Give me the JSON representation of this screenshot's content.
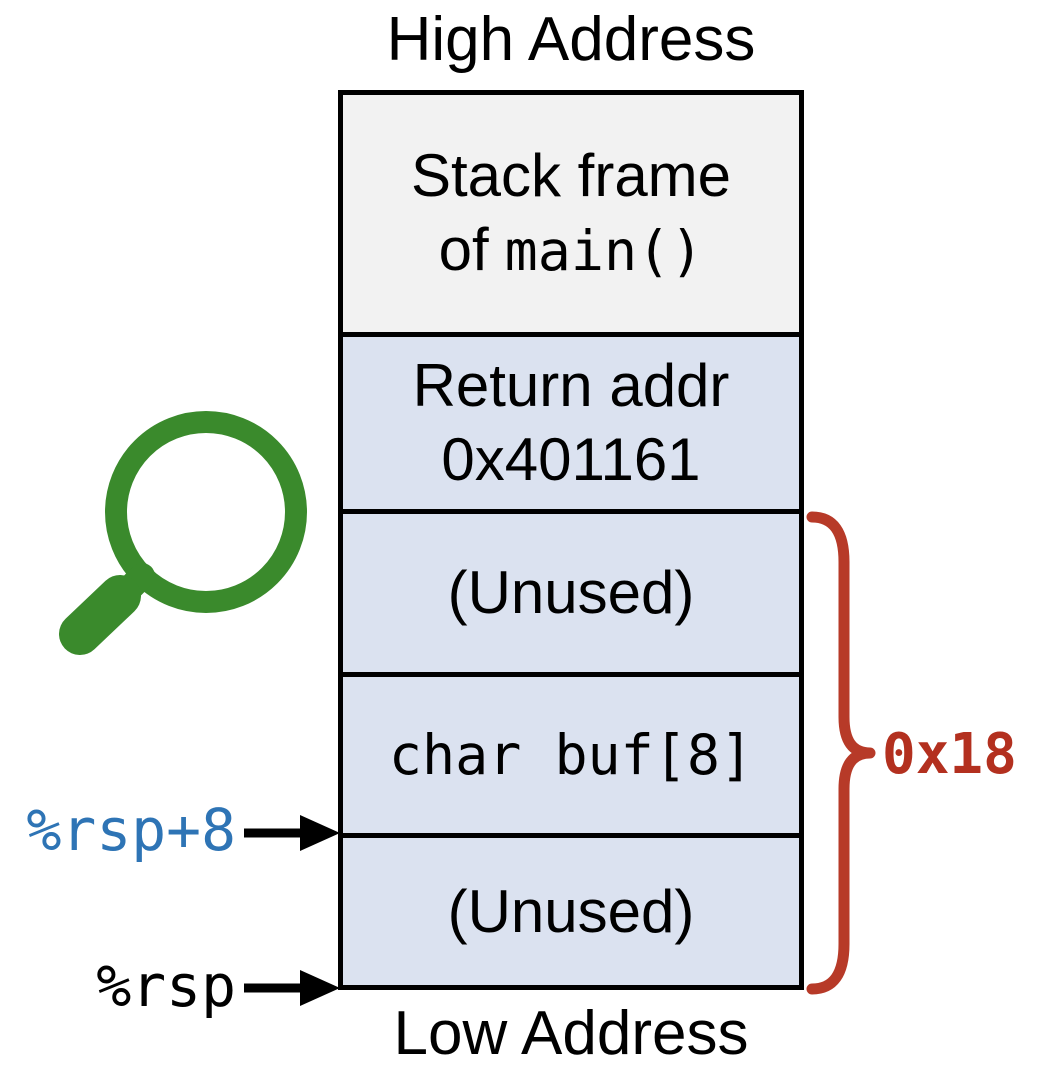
{
  "labels": {
    "high_address": "High Address",
    "low_address": "Low Address"
  },
  "stack_cells": {
    "main_frame": {
      "line1": "Stack frame",
      "line2_prefix": "of",
      "line2_code": "main()"
    },
    "return_addr": {
      "line1": "Return addr",
      "line2": "0x401161"
    },
    "unused_upper": {
      "text": "(Unused)"
    },
    "char_buf": {
      "code": "char buf[8]"
    },
    "unused_lower": {
      "text": "(Unused)"
    }
  },
  "pointers": {
    "rsp_plus_8": {
      "label": "%rsp+8"
    },
    "rsp": {
      "label": "%rsp"
    }
  },
  "size_annotation": {
    "label": "0x18",
    "spans_bytes_hint": "0x18"
  },
  "icons": {
    "magnifier": "magnifying-glass-icon",
    "rsp_plus_8_arrow": "right-arrow-icon",
    "rsp_arrow": "right-arrow-icon",
    "brace": "curly-brace-icon"
  },
  "colors": {
    "cell_blue": "#dbe2f0",
    "cell_gray": "#f2f2f2",
    "pointer_blue": "#2E74B5",
    "annotation_red": "#B3301F",
    "brace_red": "#B73A28",
    "magnifier_green": "#3A8A2C",
    "border_black": "#000000"
  }
}
